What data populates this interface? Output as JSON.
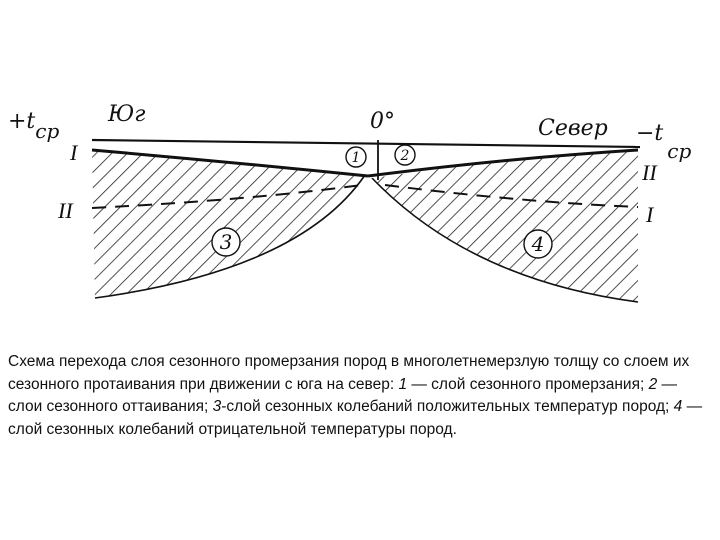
{
  "figure": {
    "temp_left": "+t",
    "temp_left_sub": "ср",
    "temp_right": "−t",
    "temp_right_sub": "ср",
    "direction_left": "Юг",
    "direction_right": "Север",
    "zero_label": "0°",
    "roman_one": "I",
    "roman_two": "II",
    "zones": [
      "1",
      "2",
      "3",
      "4"
    ]
  },
  "caption": {
    "p1": "Схема перехода слоя сезонного промерзания пород в многолетнемерзлую толщу со слоем их сезонного протаивания при движении с юга на север: ",
    "n1": "1",
    "p2": " — слой сезонного промерзания; ",
    "n2": "2",
    "p3": " — слои сезонного оттаивания; ",
    "n3": "3",
    "p4": "-слой сезонных колебаний положительных температур пород;   ",
    "n4": "4",
    "p5": " — слой сезонных колебаний отрицательной температуры пород."
  }
}
